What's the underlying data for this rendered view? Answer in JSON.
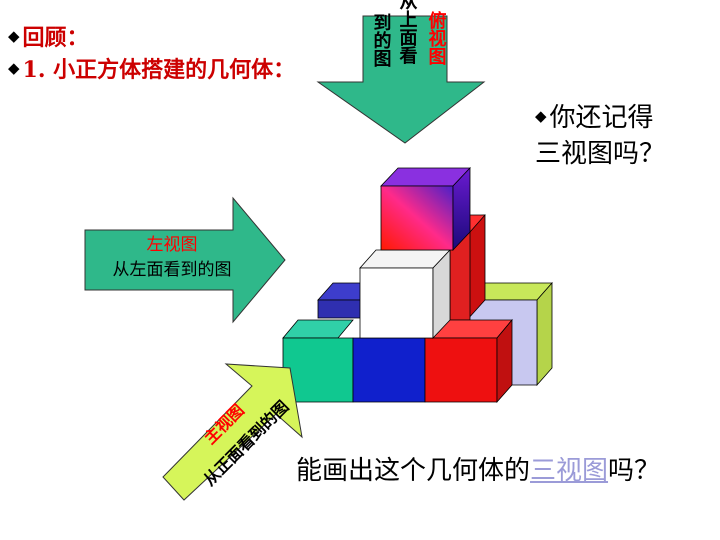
{
  "review": {
    "bullet": "◆",
    "label": "回顾："
  },
  "heading": {
    "bullet": "◆",
    "text": "1. 小正方体搭建的几何体："
  },
  "question": {
    "bullet": "◆",
    "line1": "你还记得",
    "line2": "三视图吗？"
  },
  "top_arrow": {
    "title": "俯视图",
    "col1": "从上面看",
    "col2": "到的图",
    "color": "#2fb88a"
  },
  "left_arrow": {
    "title": "左视图",
    "subtitle": "从左面看到的图",
    "color": "#2fb88a"
  },
  "front_arrow": {
    "title": "主视图",
    "subtitle": "从正面看到的图",
    "color": "#d6f55a"
  },
  "bottom": {
    "before": "能画出这个几何体的",
    "link": "三视图",
    "after": "吗？"
  },
  "colors": {
    "title_red": "#ff0000",
    "heading_red": "#cc0000",
    "link": "#9b9bd8"
  }
}
